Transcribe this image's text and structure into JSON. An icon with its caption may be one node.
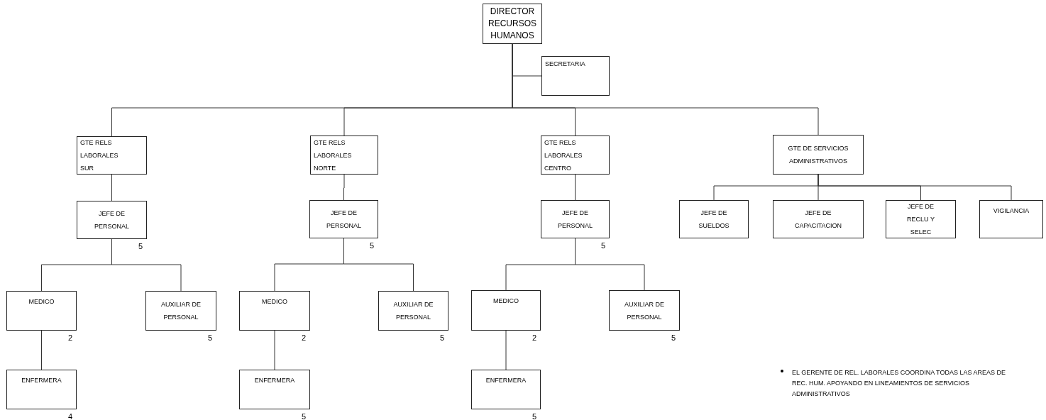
{
  "diagram": {
    "nodes": [
      {
        "text": [
          "DIRECTOR RECURSOS HUMANOS"
        ]
      },
      {
        "text": [
          "SECRETARIA"
        ]
      },
      {
        "text": [
          "GTE RELS LABORALES SUR"
        ]
      },
      {
        "text": [
          "JEFE DE PERSONAL"
        ],
        "beside": [
          "5"
        ]
      },
      {
        "text": [
          "MEDICO"
        ],
        "beside": [
          "2"
        ]
      },
      {
        "text": [
          "AUXILIAR DE PERSONAL"
        ],
        "beside": [
          "5"
        ]
      },
      {
        "text": [
          "ENFERMERA"
        ],
        "beside": [
          "4"
        ]
      },
      {
        "text": [
          "GTE RELS LABORALES NORTE"
        ]
      },
      {
        "text": [
          "JEFE DE PERSONAL"
        ],
        "beside": [
          "5"
        ]
      },
      {
        "text": [
          "MEDICO"
        ],
        "beside": [
          "2"
        ]
      },
      {
        "text": [
          "AUXILIAR DE PERSONAL"
        ],
        "beside": [
          "5"
        ]
      },
      {
        "text": [
          "ENFERMERA"
        ],
        "beside": [
          "5"
        ]
      },
      {
        "text": [
          "GTE RELS LABORALES CENTRO"
        ]
      },
      {
        "text": [
          "JEFE DE PERSONAL"
        ],
        "beside": [
          "5"
        ]
      },
      {
        "text": [
          "MEDICO"
        ],
        "beside": [
          "2"
        ]
      },
      {
        "text": [
          "AUXILIAR DE PERSONAL"
        ],
        "beside": [
          "5"
        ]
      },
      {
        "text": [
          "ENFERMERA"
        ],
        "beside": [
          "5"
        ]
      },
      {
        "text": [
          "GTE DE SERVICIOS ADMINISTRATIVOS"
        ]
      },
      {
        "text": [
          "JEFE DE SUELDOS"
        ]
      },
      {
        "text": [
          "JEFE DE CAPACITACION"
        ]
      },
      {
        "text": [
          "JEFE DE RECLU Y SELEC"
        ]
      },
      {
        "text": [
          "VIGILANCIA"
        ]
      }
    ],
    "edges": [
      {
        "from": 0,
        "to": 1,
        "arrow": "none"
      },
      {
        "from": 0,
        "to": 2,
        "arrow": "none"
      },
      {
        "from": 0,
        "to": 7,
        "arrow": "none"
      },
      {
        "from": 0,
        "to": 12,
        "arrow": "none"
      },
      {
        "from": 0,
        "to": 17,
        "arrow": "none"
      },
      {
        "from": 2,
        "to": 3,
        "arrow": "none"
      },
      {
        "from": 3,
        "to": 4,
        "arrow": "none"
      },
      {
        "from": 3,
        "to": 5,
        "arrow": "none"
      },
      {
        "from": 4,
        "to": 6,
        "arrow": "none"
      },
      {
        "from": 7,
        "to": 8,
        "arrow": "none"
      },
      {
        "from": 8,
        "to": 9,
        "arrow": "none"
      },
      {
        "from": 8,
        "to": 10,
        "arrow": "none"
      },
      {
        "from": 9,
        "to": 11,
        "arrow": "none"
      },
      {
        "from": 12,
        "to": 13,
        "arrow": "none"
      },
      {
        "from": 13,
        "to": 14,
        "arrow": "none"
      },
      {
        "from": 13,
        "to": 15,
        "arrow": "none"
      },
      {
        "from": 14,
        "to": 16,
        "arrow": "none"
      },
      {
        "from": 17,
        "to": 18,
        "arrow": "none"
      },
      {
        "from": 17,
        "to": 19,
        "arrow": "none"
      },
      {
        "from": 17,
        "to": 20,
        "arrow": "none"
      },
      {
        "from": 17,
        "to": 21,
        "arrow": "none"
      }
    ],
    "labels": [
      "EL GERENTE DE REL. LABORALES COORDINA TODAS LAS AREAS DE REC. HUM. APOYANDO EN LINEAMIENTOS DE SERVICIOS ADMINISTRATIVOS"
    ]
  }
}
